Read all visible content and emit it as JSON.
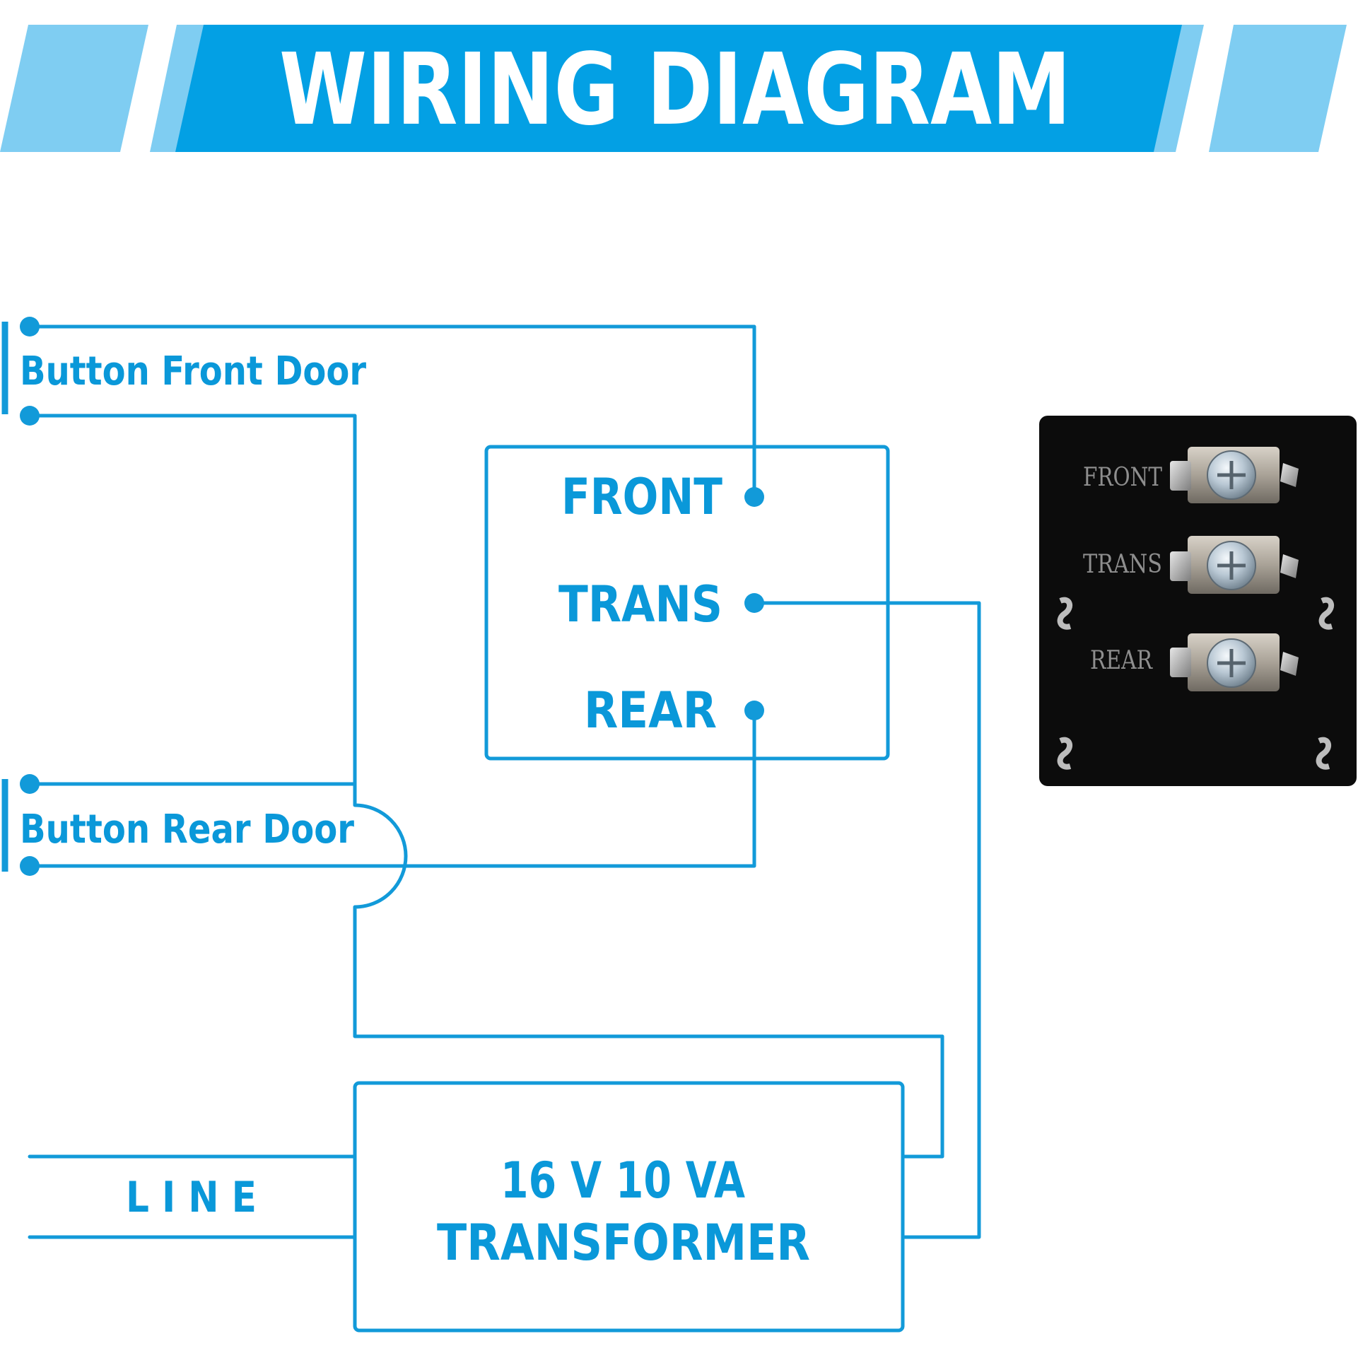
{
  "header": {
    "title": "WIRING DIAGRAM"
  },
  "buttons": {
    "front_door": "Button Front Door",
    "rear_door": "Button Rear Door"
  },
  "chime_terminals": {
    "front": "FRONT",
    "trans": "TRANS",
    "rear": "REAR"
  },
  "transformer": {
    "rating": "16 V  10 VA",
    "name": "TRANSFORMER"
  },
  "line": {
    "label": "L I N E"
  },
  "chime_photo": {
    "front": "FRONT",
    "trans": "TRANS",
    "rear": "REAR"
  },
  "colors": {
    "accent": "#129ad9",
    "banner_main": "#03a0e4",
    "banner_light": "#7fcdf2",
    "text": "#0a98d9",
    "photo_bg": "#0c0c0c"
  }
}
